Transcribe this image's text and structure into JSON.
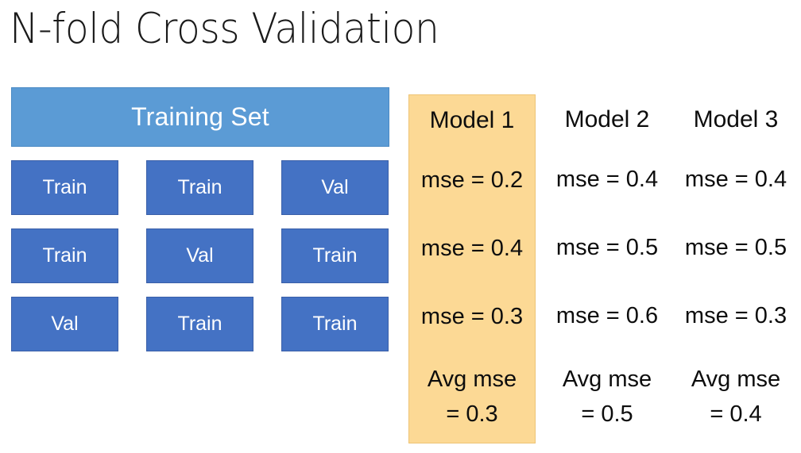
{
  "title": "N-fold Cross Validation",
  "diagram": {
    "training_set_label": "Training Set",
    "fold_rows": [
      {
        "cells": [
          "Train",
          "Train",
          "Val"
        ]
      },
      {
        "cells": [
          "Train",
          "Val",
          "Train"
        ]
      },
      {
        "cells": [
          "Val",
          "Train",
          "Train"
        ]
      }
    ]
  },
  "models": {
    "columns": [
      {
        "header": "Model 1",
        "highlighted": true,
        "mse": [
          "mse = 0.2",
          "mse = 0.4",
          "mse = 0.3"
        ],
        "avg_label": "Avg mse",
        "avg_value": "= 0.3"
      },
      {
        "header": "Model 2",
        "highlighted": false,
        "mse": [
          "mse = 0.4",
          "mse = 0.5",
          "mse = 0.6"
        ],
        "avg_label": "Avg mse",
        "avg_value": "= 0.5"
      },
      {
        "header": "Model 3",
        "highlighted": false,
        "mse": [
          "mse = 0.4",
          "mse = 0.5",
          "mse = 0.3"
        ],
        "avg_label": "Avg mse",
        "avg_value": "= 0.4"
      }
    ]
  },
  "colors": {
    "background": "#ffffff",
    "training_set_blue": "#5B9BD5",
    "fold_blue": "#4472C4",
    "highlight_orange": "#FCD995",
    "highlight_border": "#eec476",
    "text": "#0d0d0d"
  }
}
